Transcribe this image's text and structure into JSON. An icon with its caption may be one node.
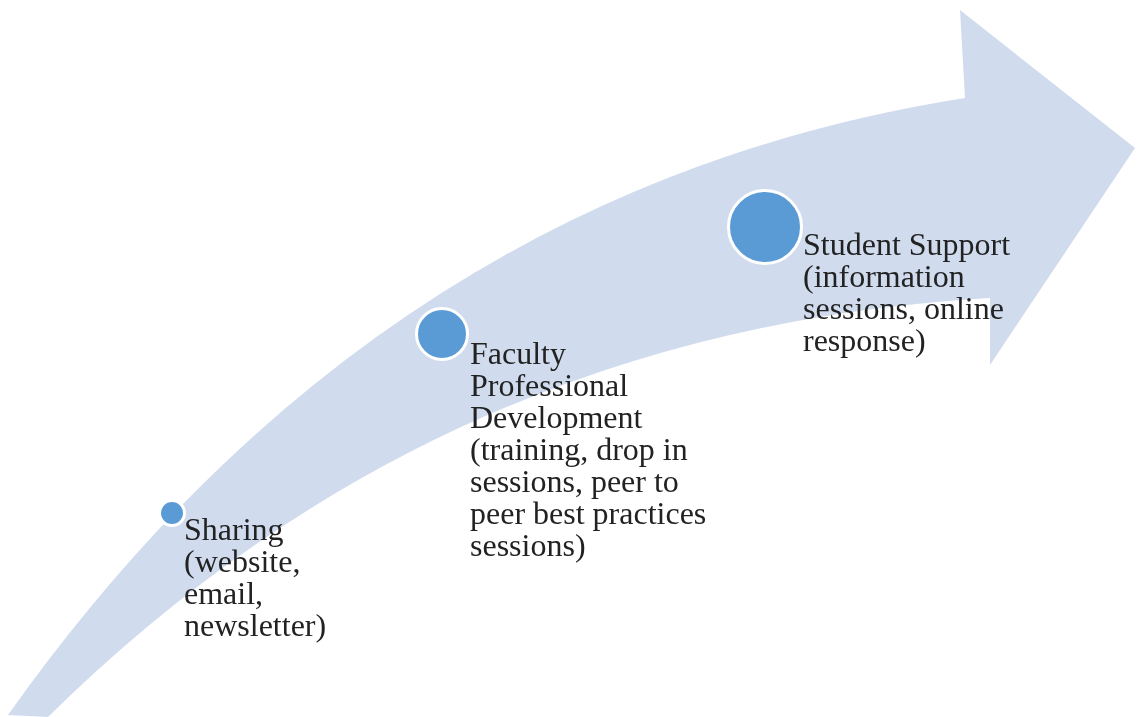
{
  "diagram": {
    "nodes": [
      {
        "text": [
          "Sharing (website, email, newsletter)"
        ]
      },
      {
        "text": [
          "Faculty Professional Development (training, drop in sessions, peer to peer best practices sessions)"
        ]
      },
      {
        "text": [
          "Student Support (information sessions, online response)"
        ]
      }
    ]
  }
}
